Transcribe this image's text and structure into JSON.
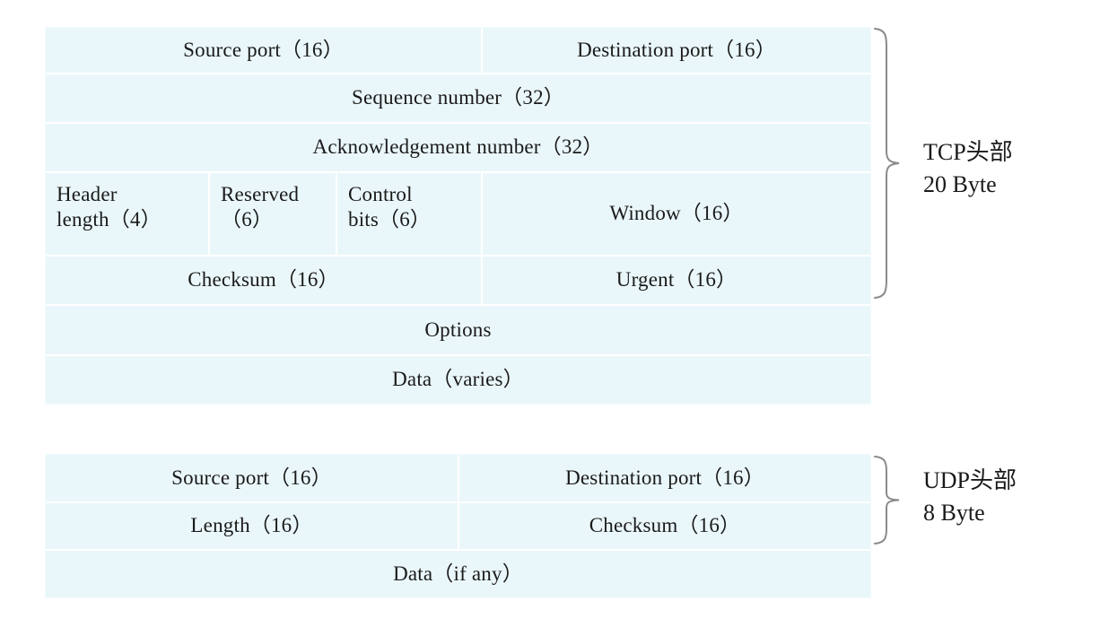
{
  "diagram": {
    "title": "TCP and UDP header layout",
    "colors": {
      "page_background": "#ffffff",
      "cell_background": "#eaf7fa",
      "cell_divider": "#ffffff",
      "brace_stroke": "#8a8a8a",
      "text": "#1a1a1a"
    }
  },
  "tcp": {
    "label": "TCP头部\n20 Byte",
    "label_line1": "TCP头部",
    "label_line2": "20 Byte",
    "brace_name": "tcp-header-brace",
    "rows": [
      {
        "name": "ports-row",
        "cells": [
          {
            "name": "source-port-cell",
            "text": "Source port（16）"
          },
          {
            "name": "destination-port-cell",
            "text": "Destination port（16）"
          }
        ]
      },
      {
        "name": "sequence-number-row",
        "cells": [
          {
            "name": "sequence-number-cell",
            "text": "Sequence number（32）"
          }
        ]
      },
      {
        "name": "acknowledgement-number-row",
        "cells": [
          {
            "name": "acknowledgement-number-cell",
            "text": "Acknowledgement number（32）"
          }
        ]
      },
      {
        "name": "flags-window-row",
        "cells": [
          {
            "name": "header-length-cell",
            "text": "Header\nlength（4）"
          },
          {
            "name": "reserved-cell",
            "text": "Reserved\n（6）"
          },
          {
            "name": "control-bits-cell",
            "text": "Control\nbits（6）"
          },
          {
            "name": "window-cell",
            "text": "Window（16）"
          }
        ]
      },
      {
        "name": "checksum-urgent-row",
        "cells": [
          {
            "name": "checksum-cell",
            "text": "Checksum（16）"
          },
          {
            "name": "urgent-cell",
            "text": "Urgent（16）"
          }
        ]
      },
      {
        "name": "options-row",
        "cells": [
          {
            "name": "options-cell",
            "text": "Options"
          }
        ]
      },
      {
        "name": "data-row",
        "cells": [
          {
            "name": "data-cell",
            "text": "Data（varies）"
          }
        ]
      }
    ]
  },
  "udp": {
    "label": "UDP头部\n8 Byte",
    "label_line1": "UDP头部",
    "label_line2": "8 Byte",
    "brace_name": "udp-header-brace",
    "rows": [
      {
        "name": "ports-row",
        "cells": [
          {
            "name": "source-port-cell",
            "text": "Source port（16）"
          },
          {
            "name": "destination-port-cell",
            "text": "Destination port（16）"
          }
        ]
      },
      {
        "name": "length-checksum-row",
        "cells": [
          {
            "name": "length-cell",
            "text": "Length（16）"
          },
          {
            "name": "checksum-cell",
            "text": "Checksum（16）"
          }
        ]
      },
      {
        "name": "data-row",
        "cells": [
          {
            "name": "data-cell",
            "text": "Data（if any）"
          }
        ]
      }
    ]
  }
}
